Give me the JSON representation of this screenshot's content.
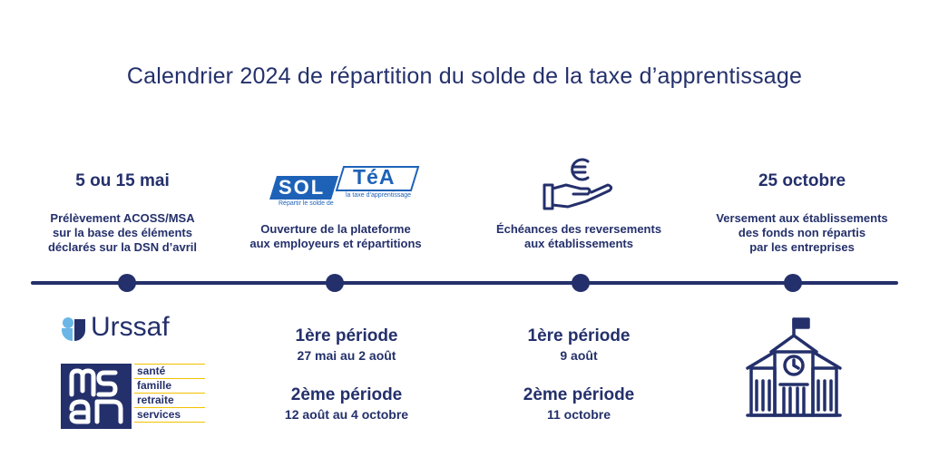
{
  "title": "Calendrier 2024 de répartition du solde de la taxe d’apprentissage",
  "colors": {
    "primary": "#24306b",
    "accent_blue": "#1e62b8",
    "msa_yellow": "#f2c200",
    "urssaf_light": "#6bb6e6"
  },
  "columns": [
    {
      "heading": "5 ou 15 mai",
      "description": [
        "Prélèvement ACOSS/MSA",
        "sur la base des éléments",
        "déclarés sur  la DSN d’avril"
      ]
    },
    {
      "logo": {
        "sol": "SOL",
        "tea": "TéA",
        "tagline_left": "Répartir le solde de",
        "tagline_right": "la taxe d’apprentissage"
      },
      "description": [
        "Ouverture de la plateforme",
        "aux employeurs et répartitions"
      ]
    },
    {
      "icon": "euro-hand-icon",
      "description": [
        "Échéances des reversements",
        "aux établissements"
      ]
    },
    {
      "heading": "25 octobre",
      "description": [
        "Versement aux établissements",
        "des fonds non répartis",
        "par les entreprises"
      ]
    }
  ],
  "logos": {
    "urssaf": "Urssaf",
    "msa_lines": [
      "santé",
      "famille",
      "retraite",
      "services"
    ]
  },
  "periods_platform": [
    {
      "title": "1ère période",
      "dates": "27 mai au 2 août"
    },
    {
      "title": "2ème période",
      "dates": "12 août au 4 octobre"
    }
  ],
  "periods_reversements": [
    {
      "title": "1ère période",
      "dates": "9 août"
    },
    {
      "title": "2ème période",
      "dates": "11 octobre"
    }
  ],
  "bottom_right_icon": "school-building-icon"
}
